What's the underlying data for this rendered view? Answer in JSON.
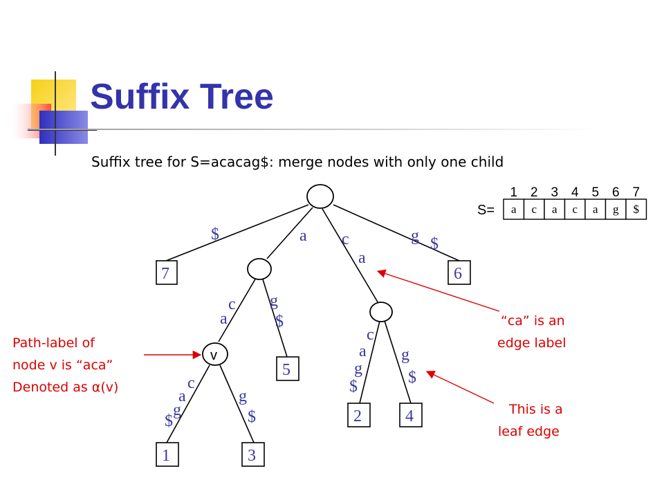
{
  "slide": {
    "title": "Suffix Tree",
    "subtitle": "Suffix tree for S=acacag$: merge nodes with only one child"
  },
  "string_array": {
    "label": "S=",
    "positions": [
      "1",
      "2",
      "3",
      "4",
      "5",
      "6",
      "7"
    ],
    "chars": [
      "a",
      "c",
      "a",
      "c",
      "a",
      "g",
      "$"
    ]
  },
  "tree": {
    "node_v_label": "v",
    "leaves": {
      "l7": "7",
      "l6": "6",
      "l5": "5",
      "l1": "1",
      "l3": "3",
      "l2": "2",
      "l4": "4"
    },
    "edge_labels": {
      "root_to_7": "$",
      "root_to_a": "a",
      "root_to_ca_c": "c",
      "root_to_ca_a": "a",
      "root_to_6_g": "g",
      "root_to_6_dollar": "$",
      "a_to_v_c": "c",
      "a_to_v_a": "a",
      "a_to_5_g": "g",
      "a_to_5_dollar": "$",
      "v_to_1_c": "c",
      "v_to_1_a": "a",
      "v_to_1_g": "g",
      "v_to_1_dollar": "$",
      "v_to_3_g": "g",
      "v_to_3_dollar": "$",
      "ca_to_2_c": "c",
      "ca_to_2_a": "a",
      "ca_to_2_g": "g",
      "ca_to_2_dollar": "$",
      "ca_to_4_g": "g",
      "ca_to_4_dollar": "$"
    }
  },
  "annotations": {
    "path_label_line1": "Path-label of",
    "path_label_line2": "node v is “aca”",
    "path_label_line3": "Denoted as α(v)",
    "edge_label_line1": "“ca” is an",
    "edge_label_line2": "edge label",
    "leaf_edge_line1": "This is a",
    "leaf_edge_line2": "leaf edge"
  },
  "colors": {
    "title": "#3333aa",
    "tree_text": "#3a3aa0",
    "annotation": "#dd0000",
    "deco_yellow": "#f7d117",
    "deco_blue": "#3b3bc8",
    "deco_red": "#ff4444"
  }
}
